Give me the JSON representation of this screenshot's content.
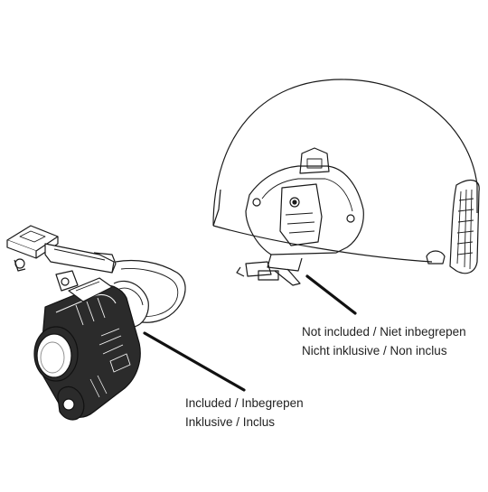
{
  "captions": {
    "not_included": {
      "line1": "Not included / Niet inbegrepen",
      "line2": "Nicht inklusive / Non inclus"
    },
    "included": {
      "line1": "Included / Inbegrepen",
      "line2": "Inklusive / Inclus"
    }
  },
  "colors": {
    "line": "#1a1a1a",
    "background": "#ffffff",
    "device_fill": "#2b2b2b"
  }
}
